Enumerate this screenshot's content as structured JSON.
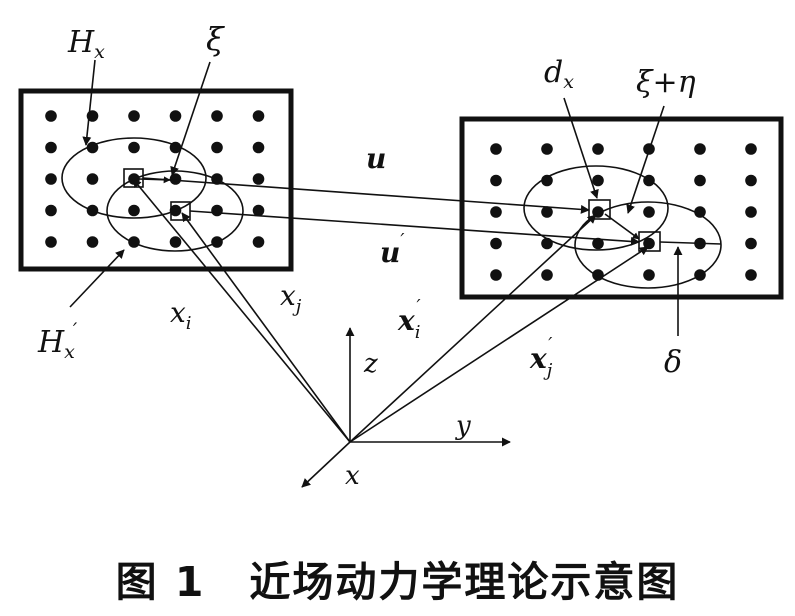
{
  "labels": {
    "Hx": {
      "base": "H",
      "sub": "x"
    },
    "Hx_prime": {
      "base": "H",
      "sub": "x",
      "sup": "′"
    },
    "xi": "ξ",
    "xi_plus_eta": "ξ+η",
    "dx": {
      "base": "d",
      "sub": "x"
    },
    "delta": "δ",
    "u": "u",
    "u_prime": {
      "base": "u",
      "sup": "′"
    },
    "x_i": {
      "base": "x",
      "sub": "i"
    },
    "x_j": {
      "base": "x",
      "sub": "j"
    },
    "x_i_prime": {
      "base": "x",
      "sub": "i",
      "sup": "′"
    },
    "x_j_prime": {
      "base": "x",
      "sub": "j",
      "sup": "′"
    },
    "axis_x": "x",
    "axis_y": "y",
    "axis_z": "z"
  },
  "caption": {
    "figure_number": "图 1",
    "title": "近场动力学理论示意图"
  },
  "colors": {
    "ink": "#111111",
    "background": "#ffffff"
  }
}
